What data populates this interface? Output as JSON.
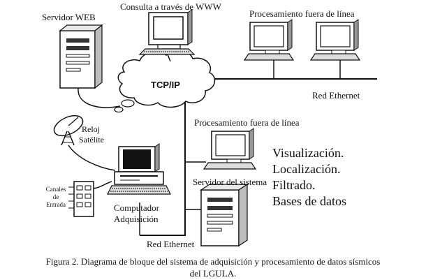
{
  "labels": {
    "web_server": "Servidor WEB",
    "www_query": "Consulta a través de WWW",
    "offline_top": "Procesamiento fuera de línea",
    "tcpip": "TCP/IP",
    "ethernet_right": "Red  Ethernet",
    "clock_line1": "Reloj",
    "clock_line2": "Satélite",
    "offline_mid": "Procesamiento fuera de línea",
    "system_server": "Servidor del sistema",
    "channels_line1": "Canales",
    "channels_line2": "de",
    "channels_line3": "Entrada",
    "acq_line1": "Computador",
    "acq_line2": "Adquisición",
    "ethernet_bottom": "Red  Ethernet"
  },
  "tasks": [
    "Visualización.",
    "Localización.",
    "Filtrado.",
    "Bases de datos"
  ],
  "caption": {
    "line1": "Figura 2. Diagrama de bloque del sistema de adquisición y procesamiento de datos sísmicos",
    "line2": "del LGULA."
  }
}
